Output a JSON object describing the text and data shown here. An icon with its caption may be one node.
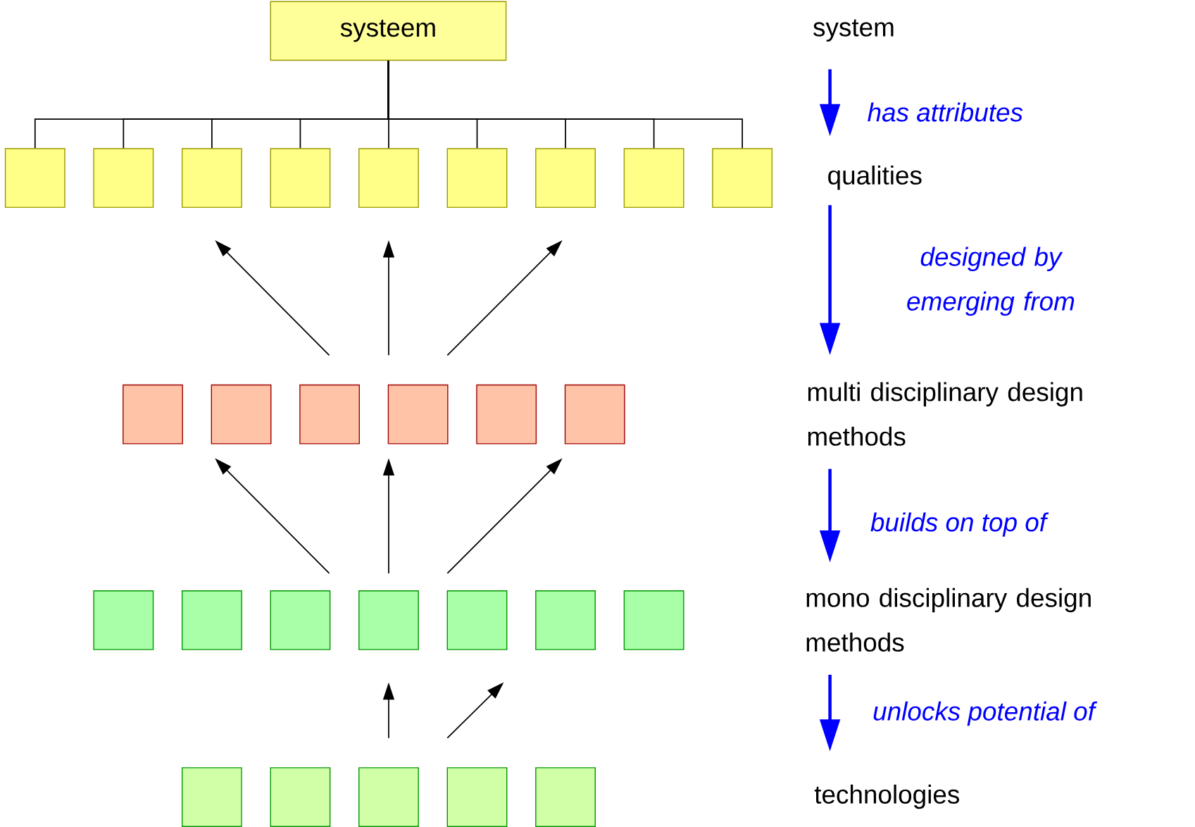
{
  "diagram": {
    "nodes": [
      {
        "text": [
          "systeem"
        ]
      },
      {
        "text": [],
        "shape": "box"
      },
      {
        "text": [],
        "shape": "box"
      },
      {
        "text": [],
        "shape": "box"
      },
      {
        "text": [],
        "shape": "box"
      },
      {
        "text": [],
        "shape": "box"
      },
      {
        "text": [],
        "shape": "box"
      },
      {
        "text": [],
        "shape": "box"
      },
      {
        "text": [],
        "shape": "box"
      },
      {
        "text": [],
        "shape": "box"
      },
      {
        "text": [],
        "shape": "box"
      },
      {
        "text": [],
        "shape": "box"
      },
      {
        "text": [],
        "shape": "box"
      },
      {
        "text": [],
        "shape": "box"
      },
      {
        "text": [],
        "shape": "box"
      },
      {
        "text": [],
        "shape": "box"
      },
      {
        "text": [],
        "shape": "box"
      },
      {
        "text": [],
        "shape": "box"
      },
      {
        "text": [],
        "shape": "box"
      },
      {
        "text": [],
        "shape": "box"
      },
      {
        "text": [],
        "shape": "box"
      },
      {
        "text": [],
        "shape": "box"
      },
      {
        "text": [],
        "shape": "box"
      },
      {
        "text": [],
        "shape": "box"
      },
      {
        "text": [],
        "shape": "box"
      },
      {
        "text": [],
        "shape": "box"
      },
      {
        "text": [],
        "shape": "box"
      },
      {
        "text": [],
        "shape": "box"
      },
      {
        "text": [
          "system"
        ]
      },
      {
        "text": [
          "qualities"
        ]
      },
      {
        "text": [
          "multi disciplinary design methods"
        ]
      },
      {
        "text": [
          "mono disciplinary design methods"
        ]
      },
      {
        "text": [
          "technologies"
        ]
      }
    ],
    "edges": [
      {
        "from": 0,
        "to": 1,
        "arrow": "none"
      },
      {
        "from": 0,
        "to": 2,
        "arrow": "none"
      },
      {
        "from": 0,
        "to": 3,
        "arrow": "none"
      },
      {
        "from": 0,
        "to": 4,
        "arrow": "none"
      },
      {
        "from": 0,
        "to": 5,
        "arrow": "none"
      },
      {
        "from": 0,
        "to": 6,
        "arrow": "none"
      },
      {
        "from": 0,
        "to": 7,
        "arrow": "none"
      },
      {
        "from": 0,
        "to": 8,
        "arrow": "none"
      },
      {
        "from": 0,
        "to": 9,
        "arrow": "none"
      },
      {
        "from": 28,
        "to": 29,
        "arrow": "to",
        "label": "has attributes",
        "style": "thick",
        "color": "#0000ff"
      },
      {
        "from": 29,
        "to": 30,
        "arrow": "to",
        "label": "designed by emerging from",
        "style": "thick",
        "color": "#0000ff"
      },
      {
        "from": 30,
        "to": 31,
        "arrow": "to",
        "label": "builds on top of",
        "style": "thick",
        "color": "#0000ff"
      },
      {
        "from": 31,
        "to": 32,
        "arrow": "to",
        "label": "unlocks potential of",
        "style": "thick",
        "color": "#0000ff"
      }
    ]
  }
}
